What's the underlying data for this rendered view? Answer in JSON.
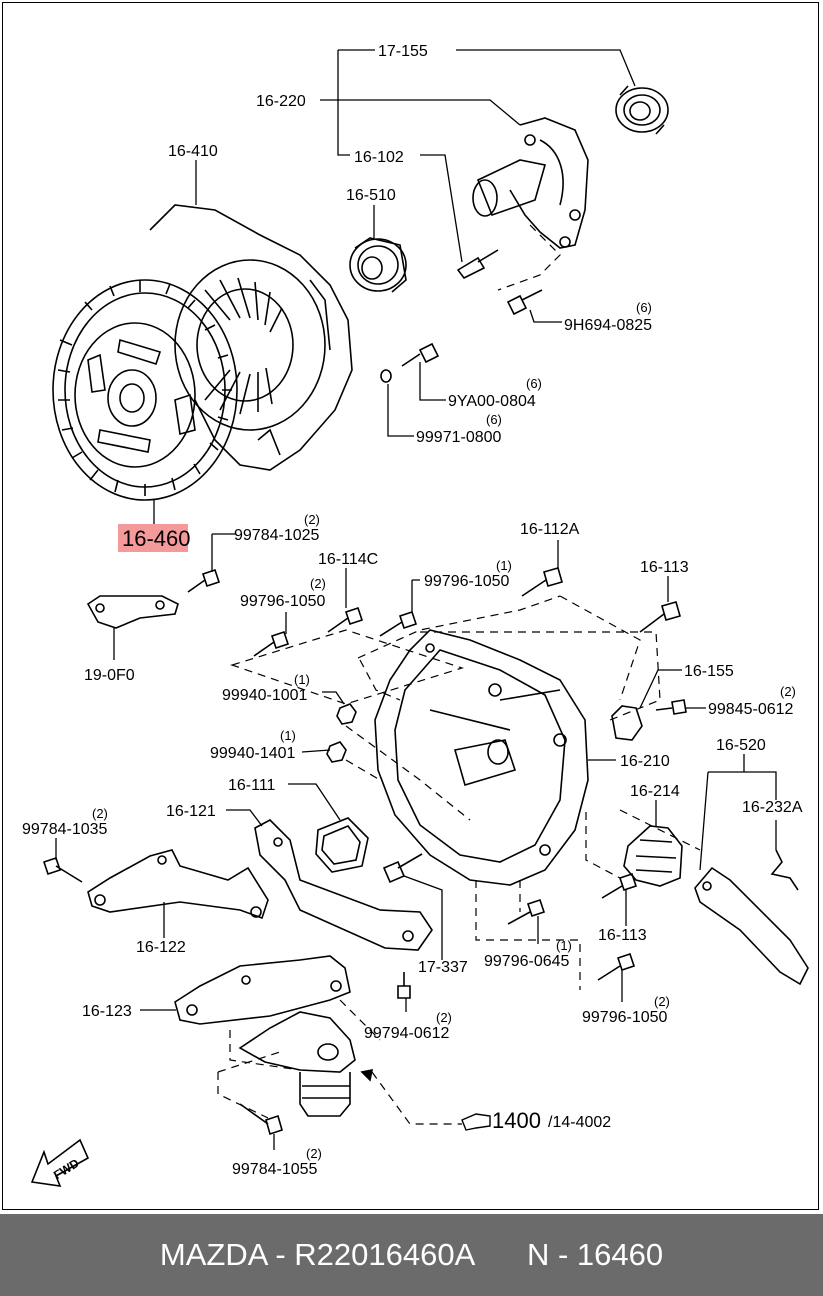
{
  "highlight": {
    "label": "16-460",
    "color": "#f59a9a"
  },
  "labels": {
    "l17_155": "17-155",
    "l16_220": "16-220",
    "l16_102": "16-102",
    "l16_410": "16-410",
    "l16_510": "16-510",
    "l9h694": "9H694-0825",
    "q9h694": "(6)",
    "l9ya00": "9YA00-0804",
    "q9ya00": "(6)",
    "l99971": "99971-0800",
    "q99971": "(6)",
    "l99784_1025": "99784-1025",
    "q99784_1025": "(2)",
    "l16_112a": "16-112A",
    "l16_114c": "16-114C",
    "l99796_1050a": "99796-1050",
    "q99796_1050a": "(1)",
    "l99796_1050b": "99796-1050",
    "q99796_1050b": "(2)",
    "l16_113a": "16-113",
    "l19_0f0": "19-0F0",
    "l99940_1001": "99940-1001",
    "q99940_1001": "(1)",
    "l16_155": "16-155",
    "l99845": "99845-0612",
    "q99845": "(2)",
    "l99940_1401": "99940-1401",
    "q99940_1401": "(1)",
    "l16_210": "16-210",
    "l16_520": "16-520",
    "l16_111": "16-111",
    "l16_121": "16-121",
    "l16_214": "16-214",
    "l16_232a": "16-232A",
    "l99784_1035": "99784-1035",
    "q99784_1035": "(2)",
    "l16_122": "16-122",
    "l17_337": "17-337",
    "l99796_0645": "99796-0645",
    "q99796_0645": "(1)",
    "l16_113b": "16-113",
    "l16_123": "16-123",
    "l99794": "99794-0612",
    "q99794": "(2)",
    "l99796_1050c": "99796-1050",
    "q99796_1050c": "(2)",
    "l1400": "1400",
    "l14_4002": "/14-4002",
    "l99784_1055": "99784-1055",
    "q99784_1055": "(2)",
    "fwd": "FWD"
  },
  "footer": {
    "brand": "MAZDA - R22016460A",
    "code": "N - 16460"
  }
}
